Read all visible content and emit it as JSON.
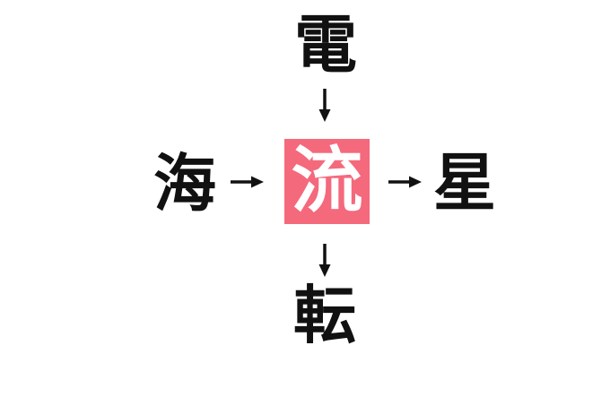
{
  "puzzle": {
    "top_kanji": "電",
    "left_kanji": "海",
    "right_kanji": "星",
    "bottom_kanji": "転",
    "center_kanji": "流",
    "arrows": [
      "arrow-down-top-to-center",
      "arrow-right-left-to-center",
      "arrow-right-center-to-right",
      "arrow-down-center-to-bottom"
    ],
    "colors": {
      "background": "#ffffff",
      "kanji": "#111111",
      "arrow": "#111111",
      "center_bg": "#f4697c",
      "center_text": "#ffffff"
    }
  }
}
